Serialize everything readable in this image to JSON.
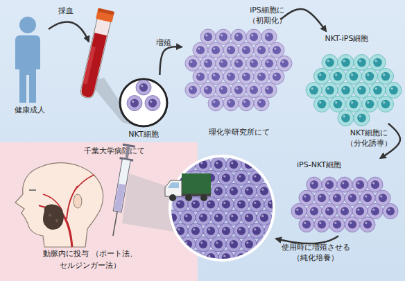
{
  "diagram": {
    "nodes": [
      {
        "text": [
          "健康成人"
        ]
      },
      {
        "text": [
          "NKT細胞"
        ]
      },
      {
        "text": [
          "理化学研究所にて"
        ]
      },
      {
        "text": [
          "NKT-iPS細胞"
        ]
      },
      {
        "text": [
          "iPS-NKT細胞"
        ]
      },
      {
        "text": [
          "千葉大学病院にて"
        ]
      },
      {
        "text": [
          "動脈内に投与 （ポート法、セルジンガー法）"
        ],
        "in": 5
      }
    ],
    "edges": [
      {
        "from": 1,
        "to": 2,
        "label": "増殖",
        "arrow": "to"
      },
      {
        "from": 2,
        "to": 3,
        "label": "iPS細胞に （初期化）",
        "arrow": "to"
      },
      {
        "from": 3,
        "to": 4,
        "label": "NKT細胞に （分化誘導）",
        "arrow": "to"
      }
    ],
    "labels": [
      "採血",
      "使用時に増殖させる （純化培養）"
    ]
  }
}
